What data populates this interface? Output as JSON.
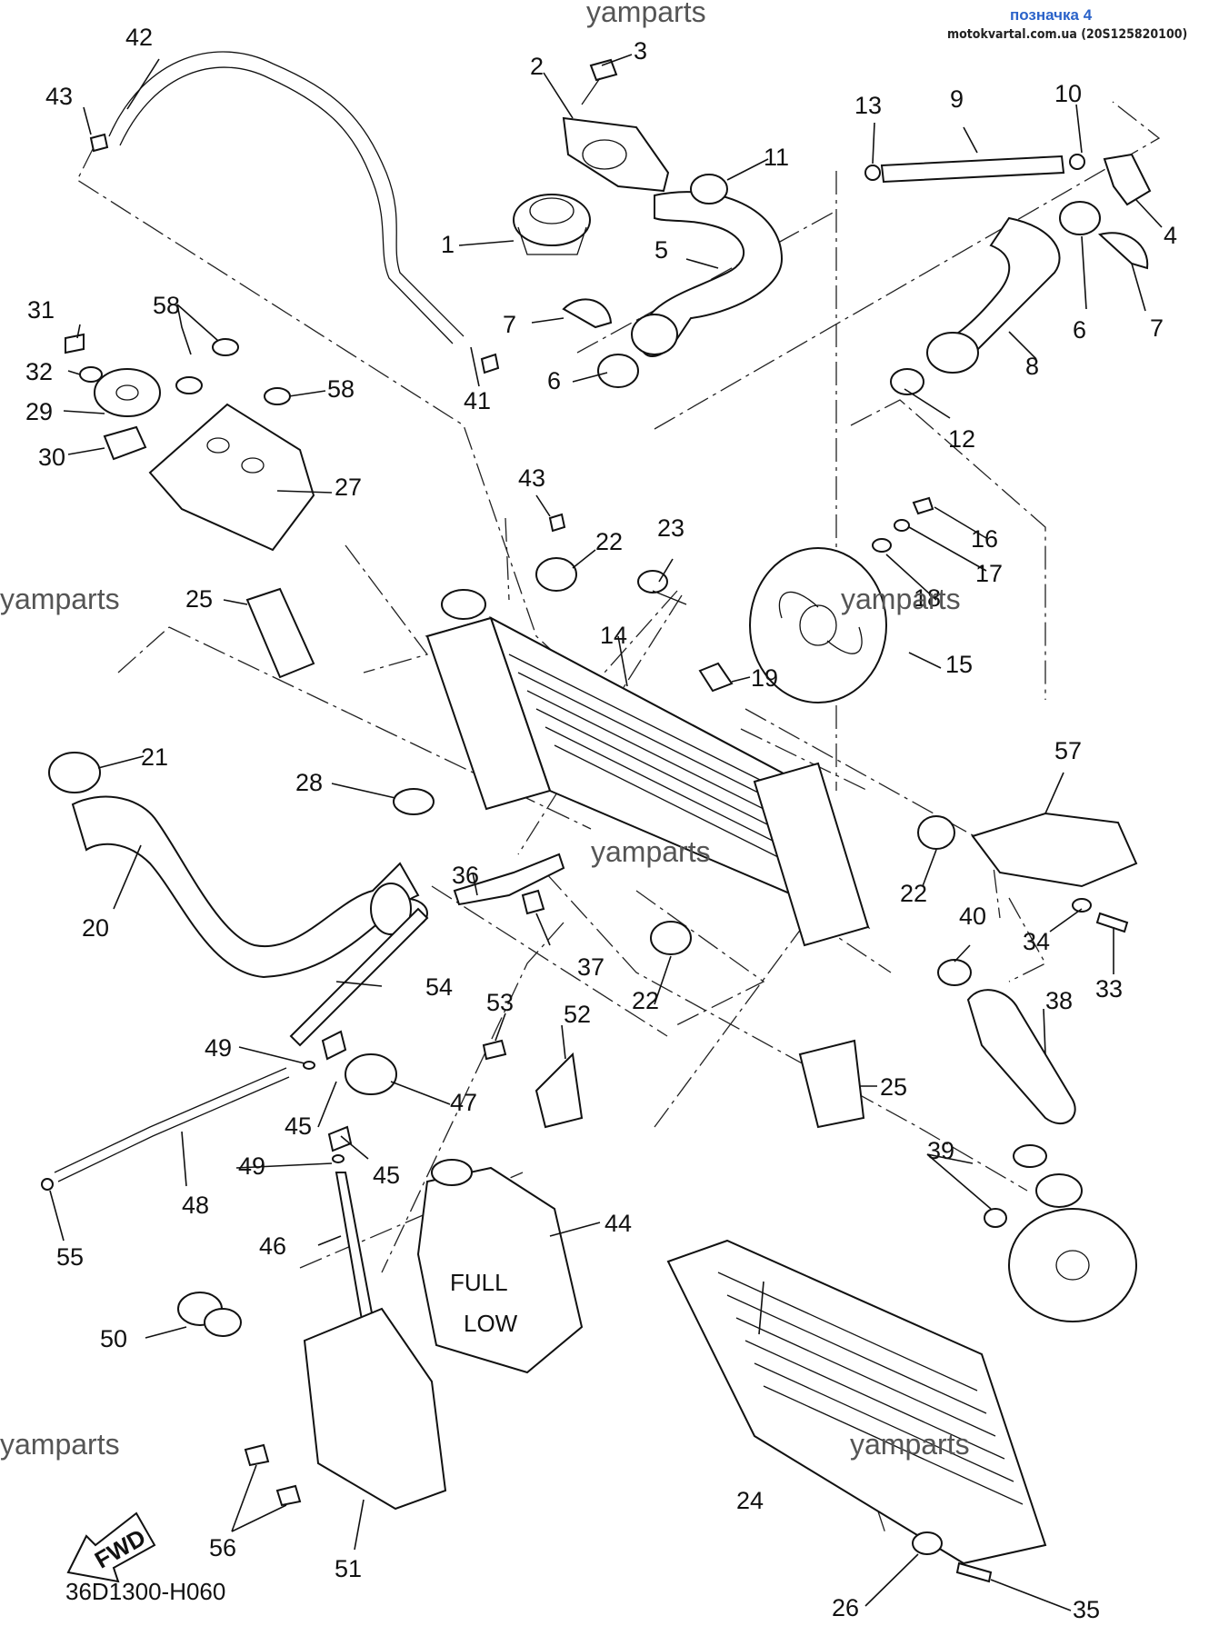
{
  "header": {
    "tag": "позначка 4",
    "site": "motokvartal.com.ua (20S125820100)"
  },
  "watermark": "yamparts",
  "diagram_code": "36D1300-H060",
  "fwd_label": "FWD",
  "reservoir_marks": {
    "full": "FULL",
    "low": "LOW"
  },
  "labels": [
    "1",
    "2",
    "3",
    "4",
    "5",
    "6",
    "6",
    "7",
    "7",
    "8",
    "9",
    "10",
    "11",
    "12",
    "13",
    "14",
    "15",
    "16",
    "17",
    "18",
    "19",
    "20",
    "21",
    "22",
    "22",
    "22",
    "23",
    "24",
    "25",
    "25",
    "26",
    "27",
    "28",
    "29",
    "30",
    "31",
    "32",
    "33",
    "34",
    "35",
    "36",
    "37",
    "38",
    "39",
    "40",
    "41",
    "42",
    "43",
    "43",
    "44",
    "45",
    "45",
    "46",
    "47",
    "48",
    "49",
    "49",
    "50",
    "51",
    "52",
    "53",
    "54",
    "55",
    "56",
    "57",
    "58",
    "58"
  ]
}
